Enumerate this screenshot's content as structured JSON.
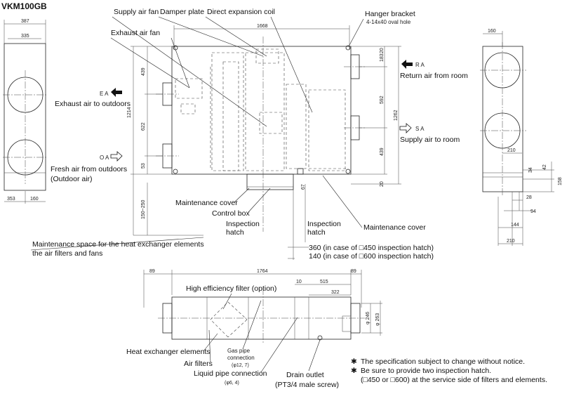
{
  "title": "VKM100GB",
  "labels": {
    "supply_air_fan": "Supply air fan",
    "damper_plate": "Damper plate",
    "direct_expansion_coil": "Direct expansion coil",
    "hanger_bracket": "Hanger bracket",
    "hanger_spec": "4-14x40 oval hole",
    "exhaust_air_fan": "Exhaust air fan",
    "ea_code": "E A",
    "exhaust_air_to_outdoors": "Exhaust air to outdoors",
    "ra_code": "R A",
    "return_air_from_room": "Return air from room",
    "sa_code": "S A",
    "supply_air_to_room": "Supply air to room",
    "oa_code": "O A",
    "fresh_air_from_outdoors": "Fresh air from outdoors",
    "outdoor_air": "(Outdoor air)",
    "maintenance_cover": "Maintenance cover",
    "control_box": "Control box",
    "inspection": "Inspection",
    "hatch": "hatch",
    "maintenance_cover_right": "Maintenance cover",
    "maintenance_space_1": "Maintenance space for the heat exchanger elements",
    "maintenance_space_2": "the air filters and fans",
    "dim_360": "360 (in case of □450 inspection hatch)",
    "dim_140": "140 (in case of □600 inspection hatch)",
    "high_efficiency_filter": "High efficiency filter (option)",
    "heat_exchanger_elements": "Heat exchanger elements",
    "gas_pipe_1": "Gas pipe",
    "gas_pipe_2": "connection",
    "gas_pipe_3": "(φ12, 7)",
    "air_filters": "Air filters",
    "liquid_pipe": "Liquid pipe connection",
    "liquid_pipe_2": "(φ6, 4)",
    "drain_outlet": "Drain outlet",
    "drain_outlet_spec": "(PT3/4 male screw)"
  },
  "notes": [
    "The specification subject to change without notice.",
    "Be sure to provide two inspection hatch.",
    "(□450 or □600) at the service side of filters and elements."
  ],
  "note_mark": "✱",
  "dims": {
    "d387": "387",
    "d335": "335",
    "d1668": "1668",
    "d1214": "1214",
    "d439a": "439",
    "d622": "622",
    "d53": "53",
    "d150_250": "150~250",
    "d183": "183",
    "d592": "592",
    "d1262": "1262",
    "d439b": "439",
    "d20a": "20",
    "d20b": "20",
    "d353": "353",
    "d160a": "160",
    "d160b": "160",
    "d210a": "210",
    "d34": "34",
    "d42": "42",
    "d158": "158",
    "d28": "28",
    "d94": "94",
    "d144": "144",
    "d210b": "210",
    "d89a": "89",
    "d1764": "1764",
    "d89b": "89",
    "d10": "10",
    "d515": "515",
    "d322": "322",
    "d246": "φ 246",
    "d263": "φ 263",
    "d67": "67"
  }
}
